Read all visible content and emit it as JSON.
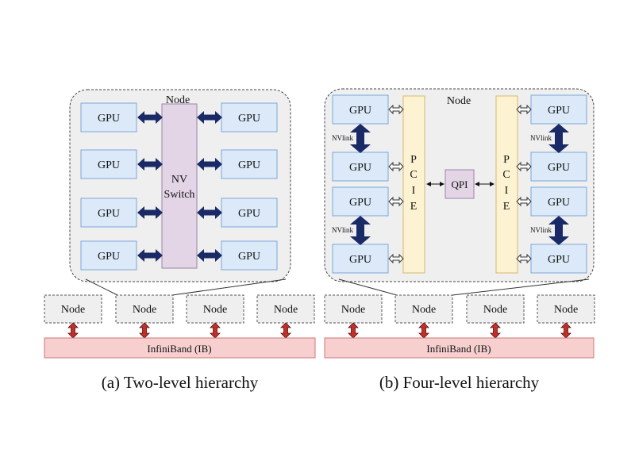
{
  "panel_a": {
    "node_title": "Node",
    "gpu_label": "GPU",
    "switch_line1": "NV",
    "switch_line2": "Switch",
    "cluster_node_label": "Node",
    "network_label": "InfiniBand (IB)",
    "caption": "(a) Two-level hierarchy"
  },
  "panel_b": {
    "node_title": "Node",
    "gpu_label": "GPU",
    "pcie_letters": [
      "P",
      "C",
      "I",
      "E"
    ],
    "qpi_label": "QPI",
    "nvlink_label": "NVlink",
    "cluster_node_label": "Node",
    "network_label": "InfiniBand (IB)",
    "caption": "(b) Four-level hierarchy"
  },
  "colors": {
    "gpu_fill": "#dbe9f8",
    "gpu_stroke": "#7ea6d8",
    "node_fill": "#efefef",
    "switch_fill": "#e3d5e6",
    "pcie_fill": "#fdf3d2",
    "network_fill": "#f7cfcf",
    "nvlink_arrow": "#1a2a66",
    "ib_arrow": "#c0302b"
  }
}
